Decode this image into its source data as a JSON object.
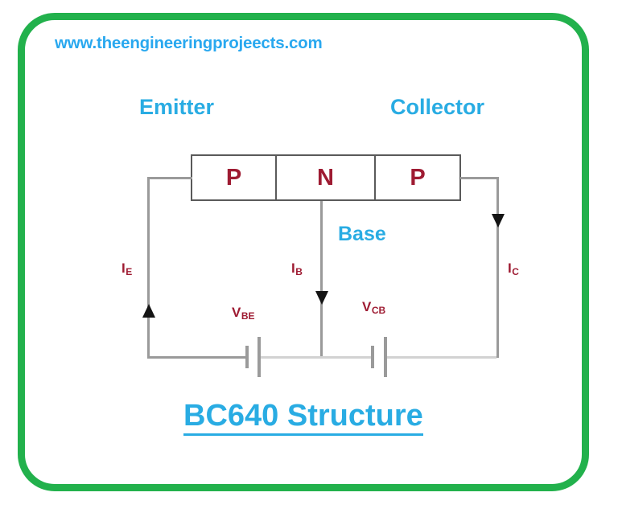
{
  "page": {
    "site_url": "www.theengineeringprojeects.com",
    "title": "BC640 Structure"
  },
  "colors": {
    "frame_green": "#22b14c",
    "label_blue": "#29ace3",
    "url_blue": "#29a8ef",
    "symbol_red": "#9e1b32",
    "wire_gray": "#9a9a9a",
    "box_border": "#5a5a5a",
    "arrow_black": "#141414"
  },
  "terminals": {
    "emitter": "Emitter",
    "collector": "Collector",
    "base": "Base"
  },
  "pnp_block": {
    "segments": [
      {
        "label": "P",
        "region": "emitter"
      },
      {
        "label": "N",
        "region": "base"
      },
      {
        "label": "P",
        "region": "collector"
      }
    ]
  },
  "currents": [
    {
      "id": "emitter-current",
      "symbol": "I",
      "sub": "E",
      "direction": "up"
    },
    {
      "id": "base-current",
      "symbol": "I",
      "sub": "B",
      "direction": "down"
    },
    {
      "id": "collector-current",
      "symbol": "I",
      "sub": "C",
      "direction": "down"
    }
  ],
  "voltages": [
    {
      "id": "base-emitter-voltage",
      "symbol": "V",
      "sub": "BE"
    },
    {
      "id": "collector-base-voltage",
      "symbol": "V",
      "sub": "CB"
    }
  ]
}
